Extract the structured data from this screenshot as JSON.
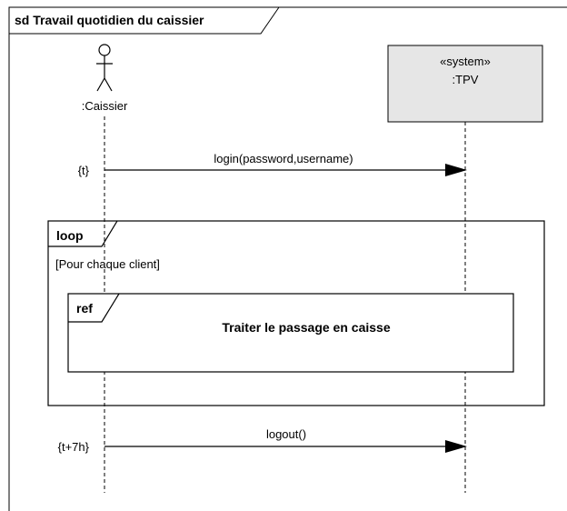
{
  "frame": {
    "title": "sd Travail quotidien du caissier"
  },
  "lifelines": [
    {
      "id": "caissier",
      "kind": "actor",
      "label": ":Caissier"
    },
    {
      "id": "tpv",
      "kind": "system",
      "stereotype": "«system»",
      "label": ":TPV"
    }
  ],
  "messages": [
    {
      "label": "login(password,username)",
      "time_constraint": "{t}"
    },
    {
      "label": "logout()",
      "time_constraint": "{t+7h}"
    }
  ],
  "fragments": {
    "loop": {
      "operator": "loop",
      "guard": "[Pour chaque client]"
    },
    "ref": {
      "operator": "ref",
      "text": "Traiter le passage en caisse"
    }
  },
  "colors": {
    "system_box_fill": "#e6e6e6",
    "line": "#000000"
  }
}
